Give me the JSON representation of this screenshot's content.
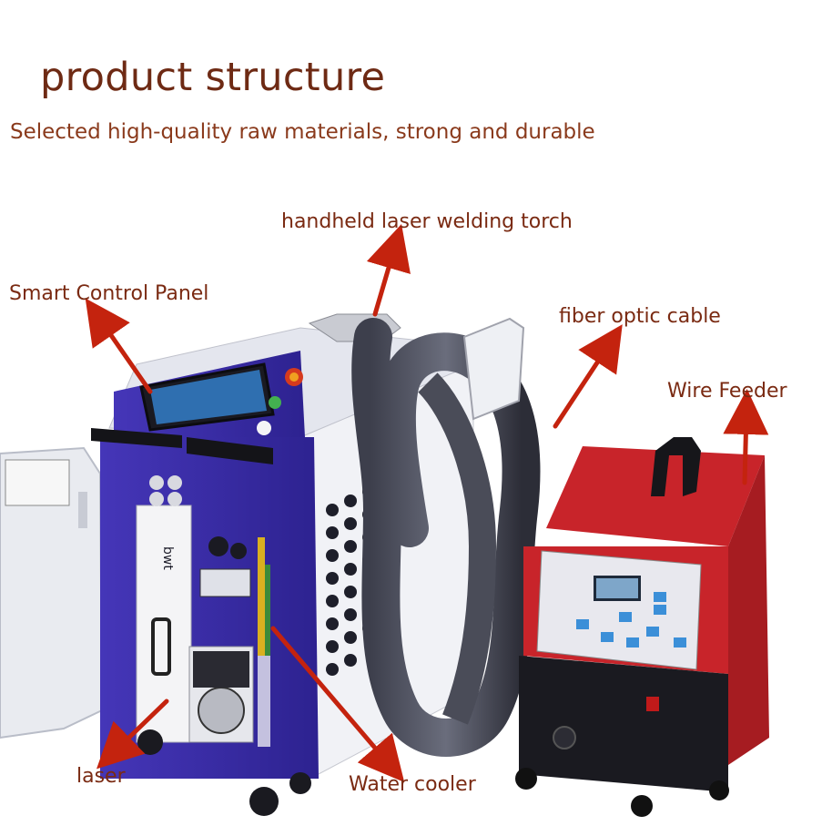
{
  "header": {
    "title": "product structure",
    "subtitle": "Selected high-quality raw materials, strong and durable"
  },
  "labels": {
    "torch": "handheld laser welding torch",
    "control_panel": "Smart Control Panel",
    "fiber": "fiber optic cable",
    "wire_feeder": "Wire Feeder",
    "laser": "laser",
    "water_cooler": "Water cooler"
  },
  "colors": {
    "title": "#6e2a14",
    "arrow": "#c4230e",
    "welder_body": "#3b2ea8",
    "feeder_red": "#c8242a"
  }
}
